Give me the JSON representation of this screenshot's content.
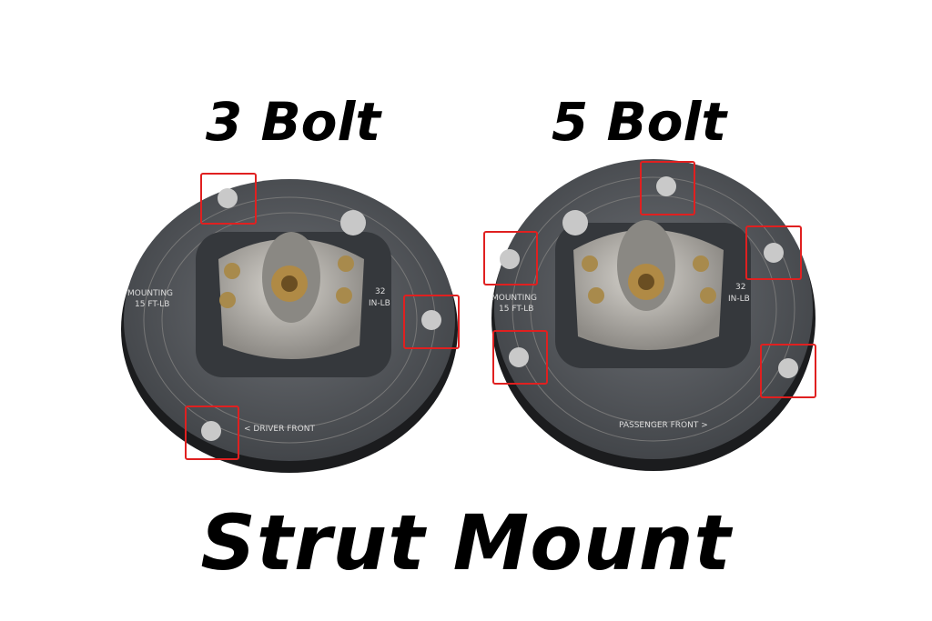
{
  "labels": {
    "left_title": "3 Bolt",
    "right_title": "5 Bolt",
    "caption": "Strut Mount"
  },
  "engravings": {
    "left": {
      "mounting": "MOUNTING",
      "torque_mount": "15 FT-LB",
      "torque_small": "32",
      "torque_small_unit": "IN-LB",
      "side": "< DRIVER FRONT"
    },
    "right": {
      "mounting": "MOUNTING",
      "torque_mount": "15 FT-LB",
      "torque_small": "32",
      "torque_small_unit": "IN-LB",
      "side": "PASSENGER FRONT >"
    }
  },
  "colors": {
    "highlight": "#e02020",
    "plate": "#55585d",
    "text": "#000000"
  }
}
